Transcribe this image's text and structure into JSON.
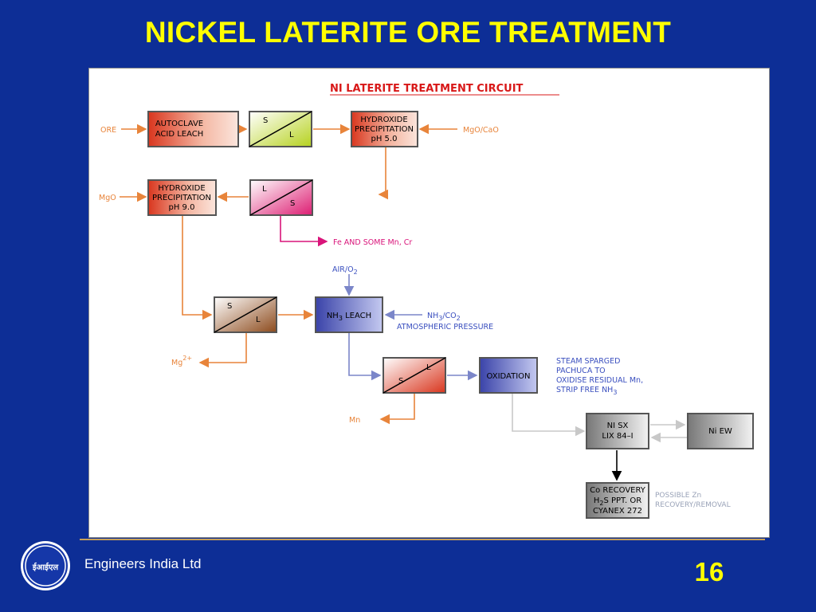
{
  "title": "NICKEL LATERITE ORE TREATMENT",
  "footer": {
    "company": "Engineers India Ltd",
    "page_number": "16",
    "logo_text": "ईआईएल"
  },
  "diagram": {
    "heading": "NI LATERITE TREATMENT CIRCUIT",
    "boxes": {
      "autoclave": [
        "AUTOCLAVE",
        "ACID  LEACH"
      ],
      "hp1": [
        "HYDROXIDE",
        "PRECIPITATION",
        "pH  5.0"
      ],
      "hp2": [
        "HYDROXIDE",
        "PRECIPITATION",
        "pH  9.0"
      ],
      "nh3_leach": {
        "main": "NH",
        "sub": "3",
        "rest": "  LEACH"
      },
      "oxidation": "OXIDATION",
      "ni_sx": [
        "NI  SX",
        "LIX  84–I"
      ],
      "ni_ew": "Ni  EW",
      "co_recovery": {
        "line1": "Co  RECOVERY",
        "line2_main": "H",
        "line2_sub": "2",
        "line2_rest": "S  PPT.  OR",
        "line3": "CYANEX  272"
      }
    },
    "separators": {
      "solid": "S",
      "liquid": "L"
    },
    "labels": {
      "ore": "ORE",
      "mgo_cao": "MgO/CaO",
      "mgo": "MgO",
      "fe_mn_cr": "Fe  AND  SOME  Mn,  Cr",
      "air_o2": {
        "main": "AIR/O",
        "sub": "2"
      },
      "nh3_co2": {
        "a": "NH",
        "a_sub": "3",
        "b": "/CO",
        "b_sub": "2"
      },
      "atm_pressure": "ATMOSPHERIC  PRESSURE",
      "mg2": {
        "main": "Mg",
        "sup": "2+"
      },
      "mn": "Mn",
      "steam": [
        "STEAM  SPARGED",
        "PACHUCA  TO",
        "OXIDISE  RESIDUAL  Mn,",
        "STRIP  FREE  NH"
      ],
      "steam_sub": "3",
      "possible_zn": [
        "POSSIBLE  Zn",
        "RECOVERY/REMOVAL"
      ]
    }
  },
  "colors": {
    "background": "#0d2e96",
    "title": "#ffff00",
    "arrow_orange": "#e8843a",
    "arrow_blue": "#7b86c9",
    "arrow_magenta": "#d9147a",
    "arrow_grey": "#c8c8c8",
    "label_blue": "#3a4fbf",
    "heading_red": "#d81818"
  }
}
